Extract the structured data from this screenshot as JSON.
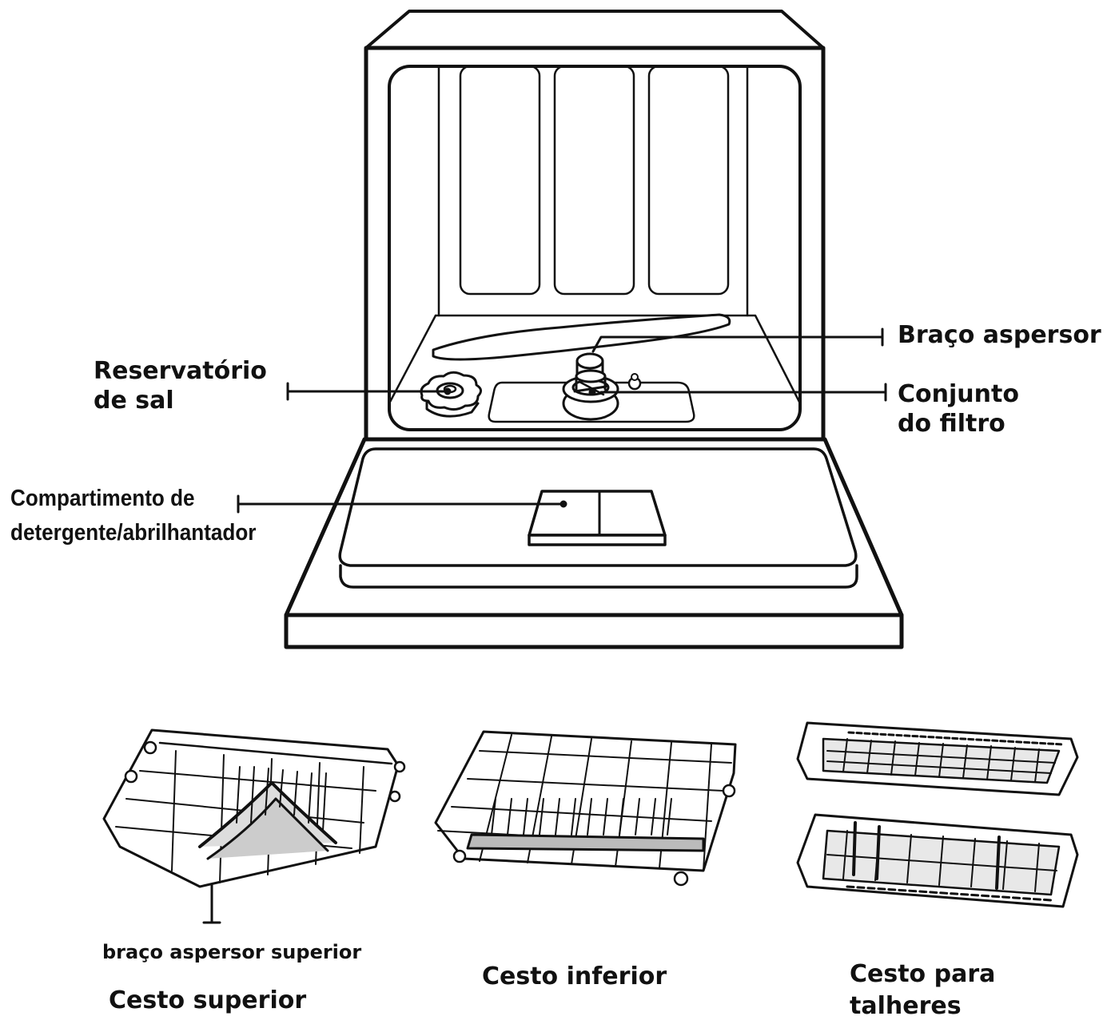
{
  "colors": {
    "ink": "#111111",
    "paper": "#ffffff",
    "rack_fill": "#e8e8e8"
  },
  "labels": {
    "spray_arm": "Braço aspersor",
    "salt_reservoir_line1": "Reservatório",
    "salt_reservoir_line2": "de sal",
    "filter_assembly_line1": "Conjunto",
    "filter_assembly_line2": "do filtro",
    "detergent_line1": "Compartimento de",
    "detergent_line2": "detergente/abrilhantador",
    "upper_spray_arm": "braço aspersor superior",
    "upper_basket": "Cesto superior",
    "lower_basket": "Cesto inferior",
    "cutlery_basket_line1": "Cesto para",
    "cutlery_basket_line2": "talheres"
  }
}
